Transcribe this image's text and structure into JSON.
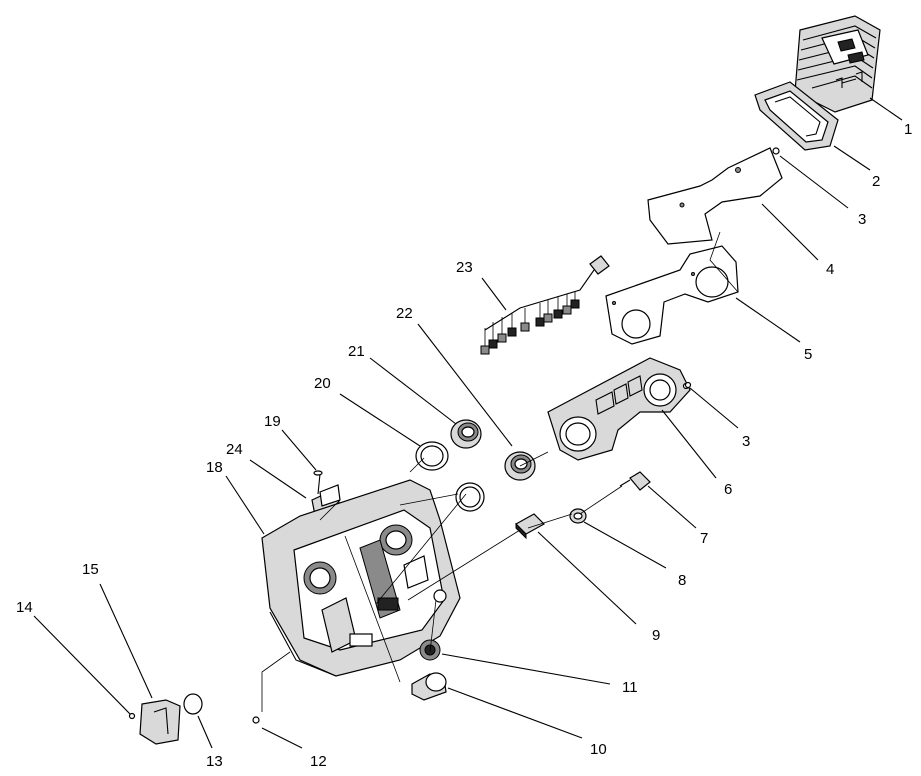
{
  "callouts": {
    "c1": "1",
    "c2": "2",
    "c3a": "3",
    "c4": "4",
    "c5": "5",
    "c3b": "3",
    "c6": "6",
    "c7": "7",
    "c8": "8",
    "c9": "9",
    "c10": "10",
    "c11": "11",
    "c12": "12",
    "c13": "13",
    "c14": "14",
    "c15": "15",
    "c18": "18",
    "c19": "19",
    "c20": "20",
    "c21": "21",
    "c22": "22",
    "c23": "23",
    "c24": "24"
  }
}
